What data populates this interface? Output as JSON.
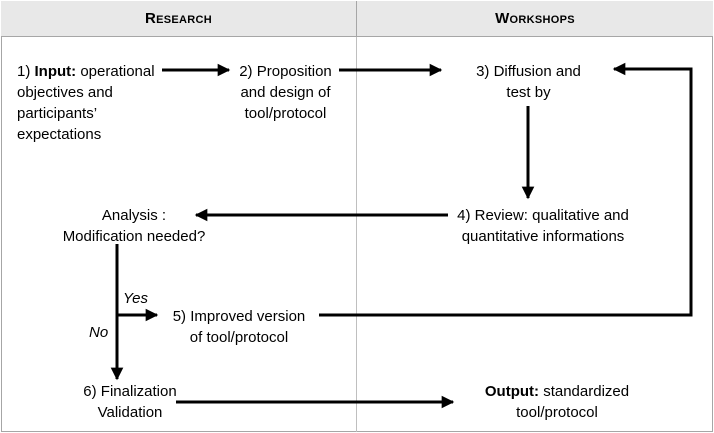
{
  "headers": {
    "research": "Research",
    "workshops": "Workshops"
  },
  "nodes": {
    "input": {
      "bold": "Input:",
      "line1_rest": " operational",
      "line2": "objectives and",
      "line3": "participants’",
      "line4": "expectations"
    },
    "proposition": {
      "line1": "2) Proposition",
      "line2": "and design of",
      "line3": "tool/protocol"
    },
    "diffusion": {
      "line1": "3) Diffusion and",
      "line2": "test by"
    },
    "review": {
      "line1": "4) Review: qualitative and",
      "line2": "quantitative informations"
    },
    "analysis": {
      "line1": "Analysis :",
      "line2": "Modification needed?"
    },
    "improved": {
      "line1": "5) Improved version",
      "line2": "of tool/protocol"
    },
    "finalization": {
      "line1": "6) Finalization",
      "line2": "Validation"
    },
    "output": {
      "bold": "Output:",
      "line1_rest": " standardized",
      "line2": "tool/protocol"
    }
  },
  "edge_labels": {
    "yes": "Yes",
    "no": "No"
  },
  "step1_prefix": "1) "
}
